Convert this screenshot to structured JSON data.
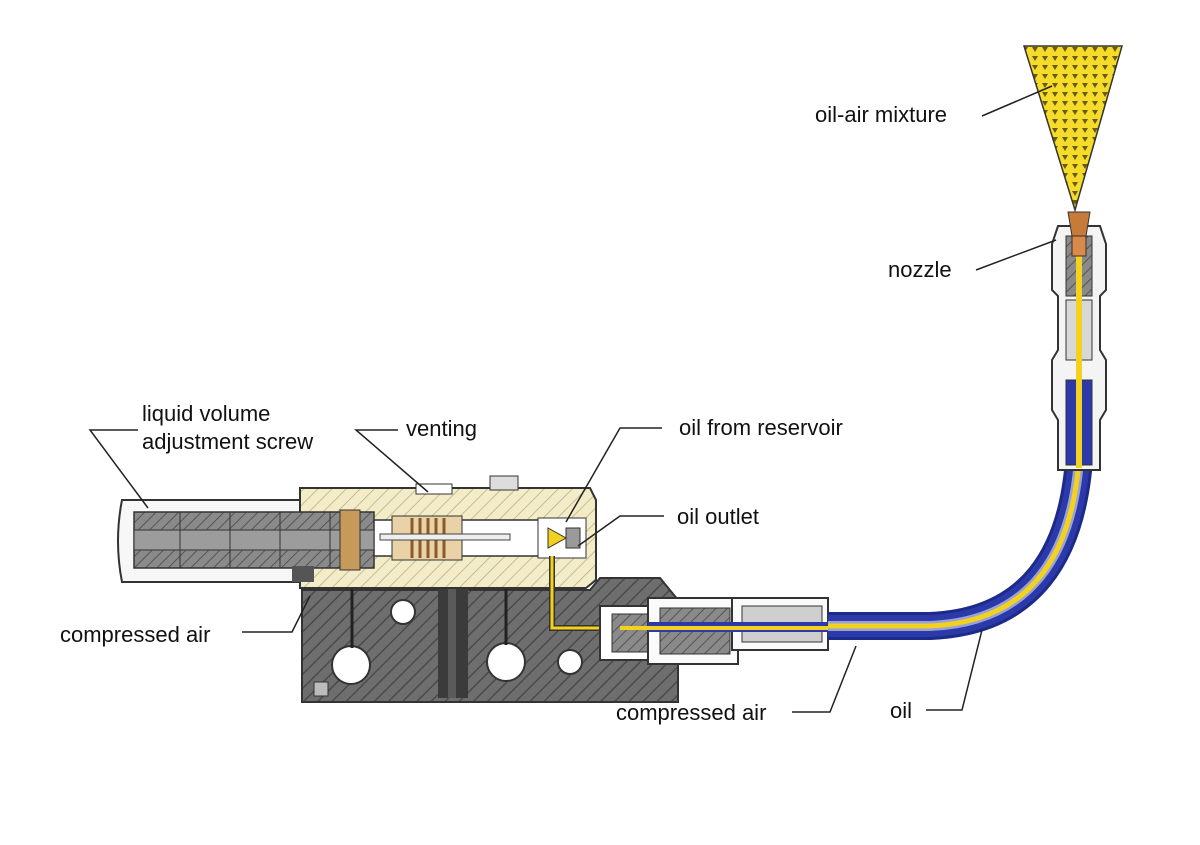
{
  "labels": {
    "oil_air_mixture": "oil-air mixture",
    "nozzle": "nozzle",
    "liquid_volume_line1": "liquid volume",
    "liquid_volume_line2": "adjustment screw",
    "venting": "venting",
    "oil_from_reservoir": "oil from reservoir",
    "oil_outlet": "oil outlet",
    "compressed_air_left": "compressed air",
    "compressed_air_bottom": "compressed air",
    "oil": "oil"
  },
  "colors": {
    "oil": "#f2d21e",
    "air": "#2b3aa8",
    "body_light": "#f3ecc8",
    "body_grey": "#7a7a7a",
    "outline": "#333333"
  }
}
